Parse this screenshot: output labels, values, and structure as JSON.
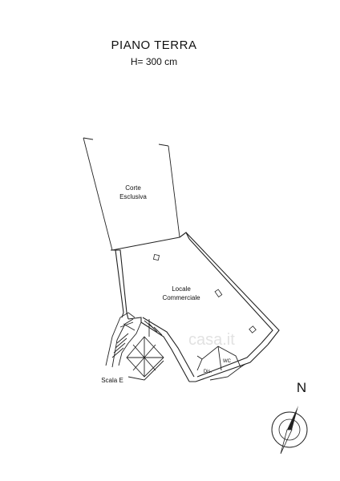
{
  "header": {
    "title": "PIANO TERRA",
    "height_note": "H= 300 cm"
  },
  "rooms": {
    "corte_line1": "Corte",
    "corte_line2": "Esclusiva",
    "locale_line1": "Locale",
    "locale_line2": "Commerciale",
    "dis": "Dis.",
    "wc": "WC",
    "scala": "Scala E"
  },
  "compass": {
    "north": "N"
  },
  "watermark": "casa.it"
}
